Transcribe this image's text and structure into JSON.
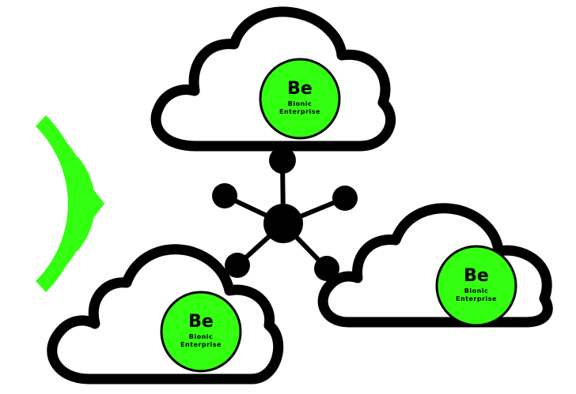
{
  "colors": {
    "accent": "#33ff11",
    "outline": "#000000",
    "fill": "#ffffff"
  },
  "logos": [
    {
      "mark": "Be",
      "line1": "Bionic",
      "line2": "Enterprise"
    },
    {
      "mark": "Be",
      "line1": "Bionic",
      "line2": "Enterprise"
    },
    {
      "mark": "Be",
      "line1": "Bionic",
      "line2": "Enterprise"
    }
  ],
  "icons": {
    "signal": "wifi-signal-icon",
    "hub": "network-hub-icon",
    "cloud": "cloud-icon"
  }
}
